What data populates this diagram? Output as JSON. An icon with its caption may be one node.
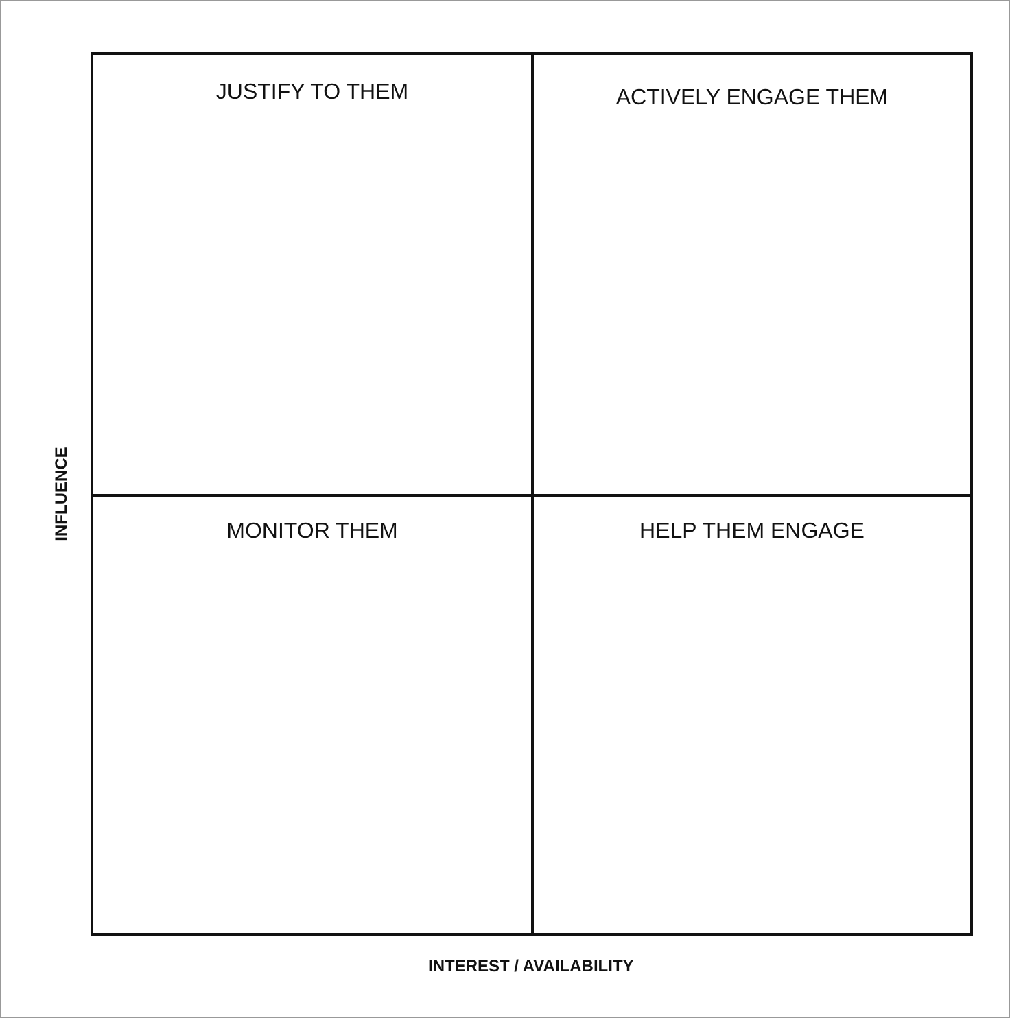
{
  "diagram": {
    "nodes": [
      {
        "text": [
          "JUSTIFY TO THEM"
        ]
      },
      {
        "text": [
          "ACTIVELY ENGAGE THEM"
        ]
      },
      {
        "text": [
          "MONITOR THEM"
        ]
      },
      {
        "text": [
          "HELP THEM ENGAGE"
        ]
      }
    ],
    "labels": [
      "INFLUENCE",
      "INTEREST / AVAILABILITY"
    ]
  }
}
